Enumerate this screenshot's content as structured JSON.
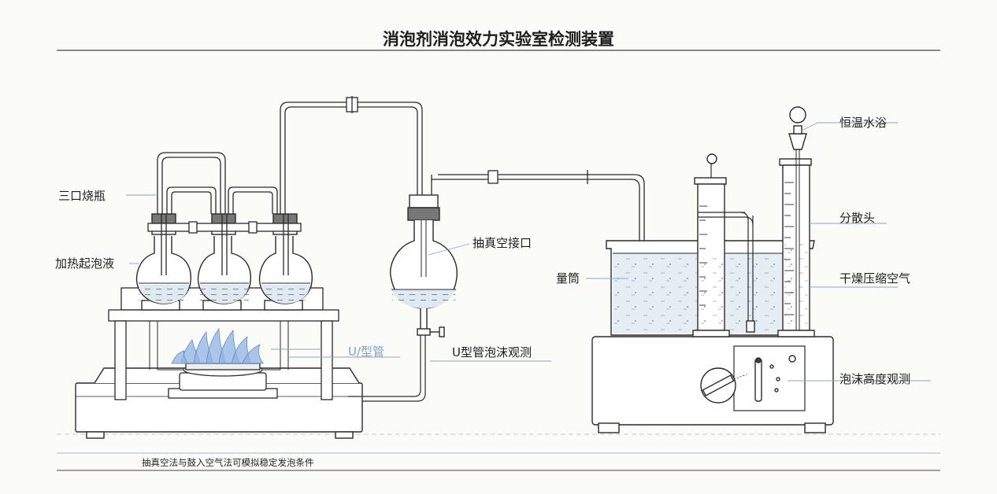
{
  "title": "消泡剂消泡效力实验室检测装置",
  "labels": {
    "three_neck_flask": "三口烧瓶",
    "foaming_liquid": "加热起泡液",
    "u_tube": "U/型管",
    "vacuum_port": "抽真空接口",
    "u_tube_foam": "U型管泡沫观测",
    "graduated_cylinder": "量筒",
    "water_bath": "恒温水浴",
    "diffuser": "分散头",
    "dry_air": "干燥压缩空气",
    "foam_height": "泡沫高度观测"
  },
  "footnote": "抽真空法与鼓入空气法可模拟稳定发泡条件",
  "colors": {
    "ink": "#2a2a2a",
    "liquid": "#dfe9f2",
    "flame": "#8fb3e3",
    "leader": "#8aa6c4"
  }
}
